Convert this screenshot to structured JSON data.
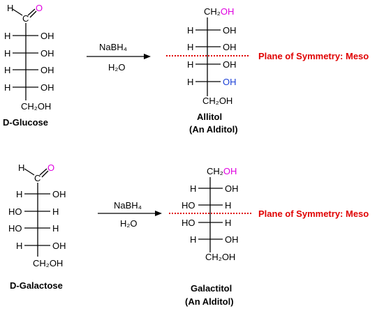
{
  "reaction1": {
    "reactant": {
      "name": "D-Glucose",
      "aldehyde_h": "H",
      "aldehyde_c": "C",
      "aldehyde_o": "O",
      "rows": [
        {
          "left": "H",
          "right": "OH"
        },
        {
          "left": "H",
          "right": "OH"
        },
        {
          "left": "H",
          "right": "OH"
        },
        {
          "left": "H",
          "right": "OH"
        }
      ],
      "bottom": "CH₂OH"
    },
    "reagent_top": "NaBH₄",
    "reagent_bottom": "H₂O",
    "product": {
      "name": "Allitol",
      "subtitle": "(An Alditol)",
      "top_prefix": "CH₂",
      "top_oh": "OH",
      "rows": [
        {
          "left": "H",
          "right": "OH"
        },
        {
          "left": "H",
          "right": "OH"
        },
        {
          "left": "H",
          "right": "OH"
        },
        {
          "left": "H",
          "right": "OH"
        }
      ],
      "bottom": "CH₂OH"
    },
    "symmetry_label": "Plane of Symmetry: Meso"
  },
  "reaction2": {
    "reactant": {
      "name": "D-Galactose",
      "aldehyde_h": "H",
      "aldehyde_c": "C",
      "aldehyde_o": "O",
      "rows": [
        {
          "left": "H",
          "right": "OH"
        },
        {
          "left": "HO",
          "right": "H"
        },
        {
          "left": "HO",
          "right": "H"
        },
        {
          "left": "H",
          "right": "OH"
        }
      ],
      "bottom": "CH₂OH"
    },
    "reagent_top": "NaBH₄",
    "reagent_bottom": "H₂O",
    "product": {
      "name": "Galactitol",
      "subtitle": "(An Alditol)",
      "top_prefix": "CH₂",
      "top_oh": "OH",
      "rows": [
        {
          "left": "H",
          "right": "OH"
        },
        {
          "left": "HO",
          "right": "H"
        },
        {
          "left": "HO",
          "right": "H"
        },
        {
          "left": "H",
          "right": "OH"
        }
      ],
      "bottom": "CH₂OH"
    },
    "symmetry_label": "Plane of Symmetry: Meso"
  },
  "colors": {
    "carbonyl_oxygen": "#e000e0",
    "reduced_oh": "#e000e0",
    "highlight_oh": "#1a3fd6",
    "symmetry_plane": "#e00000"
  }
}
